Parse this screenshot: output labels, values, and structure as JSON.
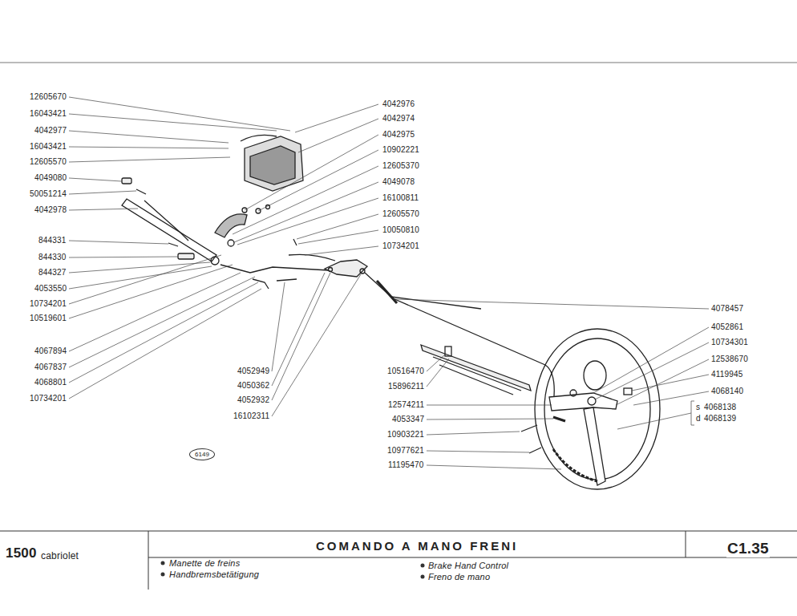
{
  "diagram": {
    "title": "COMANDO A MANO FRENI",
    "nodes": [
      {
        "text": [
          "6149"
        ]
      }
    ],
    "edges": [],
    "labels": [
      "12605670",
      "16043421",
      "4042977",
      "16043421",
      "12605570",
      "4049080",
      "50051214",
      "4042978",
      "844331",
      "844330",
      "844327",
      "4053550",
      "10734201",
      "10519601",
      "4067894",
      "4067837",
      "4068801",
      "10734201",
      "4042976",
      "4042974",
      "4042975",
      "10902221",
      "12605370",
      "4049078",
      "16100811",
      "12605570",
      "10050810",
      "10734201",
      "4052949",
      "4050362",
      "4052932",
      "16102311",
      "10516470",
      "15896211",
      "12574211",
      "4053347",
      "10903221",
      "10977621",
      "11195470",
      "4078457",
      "4052861",
      "10734301",
      "12538670",
      "4119945",
      "4068140",
      "s",
      "4068138",
      "d",
      "4068139",
      "1500",
      "cabriolet",
      "Manette de freins",
      "Handbremsbetätigung",
      "Brake Hand Control",
      "Freno de mano",
      "C1.35"
    ]
  }
}
